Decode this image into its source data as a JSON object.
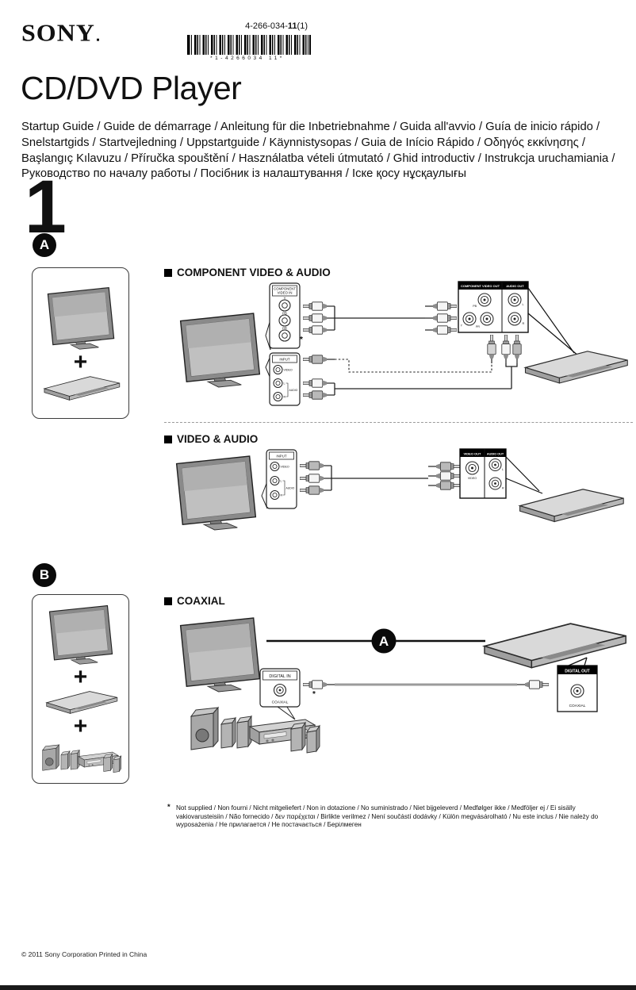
{
  "header": {
    "brand": "SONY",
    "part_number_prefix": "4-266-034-",
    "part_number_bold": "11",
    "part_number_suffix": "(1)",
    "barcode_digits": "*1-4266034 11*"
  },
  "title": "CD/DVD Player",
  "intro": "Startup Guide / Guide de démarrage / Anleitung für die Inbetriebnahme / Guida all'avvio / Guía de inicio rápido / Snelstartgids / Startvejledning / Uppstartguide / Käynnistysopas / Guia de Início Rápido / Οδηγός εκκίνησης / Başlangıç Kılavuzu / Příručka spouštění / Használatba vételi útmutató / Ghid introductiv / Instrukcja uruchamiania / Руководство по началу работы / Посібник із налаштування / Іске қосу нұсқаулығы",
  "step": {
    "number": "1"
  },
  "misc": {
    "plus": "+"
  },
  "section_a": {
    "badge": "A",
    "component": {
      "heading": "COMPONENT VIDEO & AUDIO",
      "asterisk": "*",
      "tv_component_panel": {
        "title_line1": "COMPONENT",
        "title_line2": "VIDEO IN",
        "jack_y": "Y",
        "jack_pb": "PB",
        "jack_pr": "PR"
      },
      "tv_input_panel": {
        "title": "INPUT",
        "jack_video": "VIDEO",
        "jack_l": "L",
        "jack_audio": "AUDIO",
        "jack_r": "R"
      },
      "player_panel": {
        "video_title": "COMPONENT VIDEO OUT",
        "audio_title": "AUDIO OUT",
        "jack_y": "Y",
        "jack_pb": "PB",
        "jack_pr": "PR",
        "jack_l": "L",
        "jack_r": "R"
      }
    },
    "video_audio": {
      "heading": "VIDEO & AUDIO",
      "tv_input_panel": {
        "title": "INPUT",
        "jack_video": "VIDEO",
        "jack_l": "L",
        "jack_audio": "AUDIO",
        "jack_r": "R"
      },
      "player_panel": {
        "video_title": "VIDEO OUT",
        "audio_title": "AUDIO OUT",
        "jack_video": "VIDEO",
        "jack_l": "L",
        "jack_r": "R"
      }
    }
  },
  "section_b": {
    "badge": "B",
    "coaxial": {
      "heading": "COAXIAL",
      "line_badge": "A",
      "asterisk": "*",
      "digital_in_panel": {
        "title": "DIGITAL IN",
        "jack": "COAXIAL"
      },
      "digital_out_panel": {
        "title": "DIGITAL OUT",
        "jack": "COAXIAL"
      }
    }
  },
  "footnote": {
    "marker": "*",
    "text": "Not supplied / Non fourni / Nicht mitgeliefert / Non in dotazione / No suministrado / Niet bijgeleverd / Medfølger ikke / Medföljer ej / Ei sisälly vakiovarusteisiin / Não fornecido / δεν παρέχεται / Birlikte verilmez / Není součástí dodávky / Külön megvásárolható / Nu este inclus / Nie należy do wyposażenia / Не прилагается / Не постачається / Берілмеген"
  },
  "footer": {
    "copyright": "© 2011 Sony Corporation Printed in China"
  }
}
